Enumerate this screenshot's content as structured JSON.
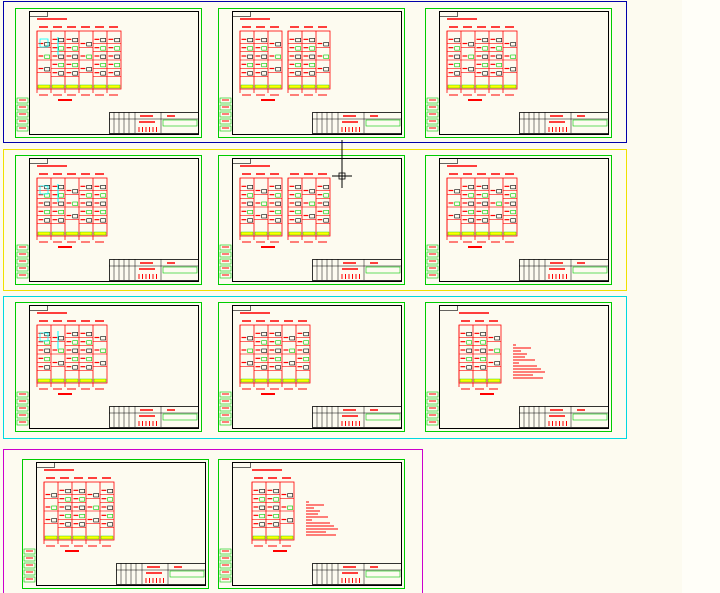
{
  "viewer": {
    "background": "#fdfbf0",
    "colors": {
      "sheet_border": "#00cc00",
      "frame": "#000000",
      "panel_lines": "#ff0000",
      "busbar": "#ffff00",
      "equipment": "#00ffff",
      "cursor": "#000000"
    }
  },
  "groups": [
    {
      "color": "#0000aa",
      "sheets": [
        {
          "boards": [
            6
          ]
        },
        {
          "boards": [
            3,
            3
          ]
        },
        {
          "boards": [
            5
          ]
        }
      ]
    },
    {
      "color": "#f0e000",
      "sheets": [
        {
          "boards": [
            5
          ]
        },
        {
          "boards": [
            3,
            3
          ]
        },
        {
          "boards": [
            5
          ]
        }
      ]
    },
    {
      "color": "#00d8e0",
      "sheets": [
        {
          "boards": [
            5
          ]
        },
        {
          "boards": [
            5
          ]
        },
        {
          "boards": [
            3
          ],
          "notes": true
        }
      ]
    },
    {
      "color": "#cc00cc",
      "sheets": [
        {
          "boards": [
            5
          ]
        },
        {
          "boards": [
            3
          ],
          "notes": true
        }
      ]
    }
  ]
}
